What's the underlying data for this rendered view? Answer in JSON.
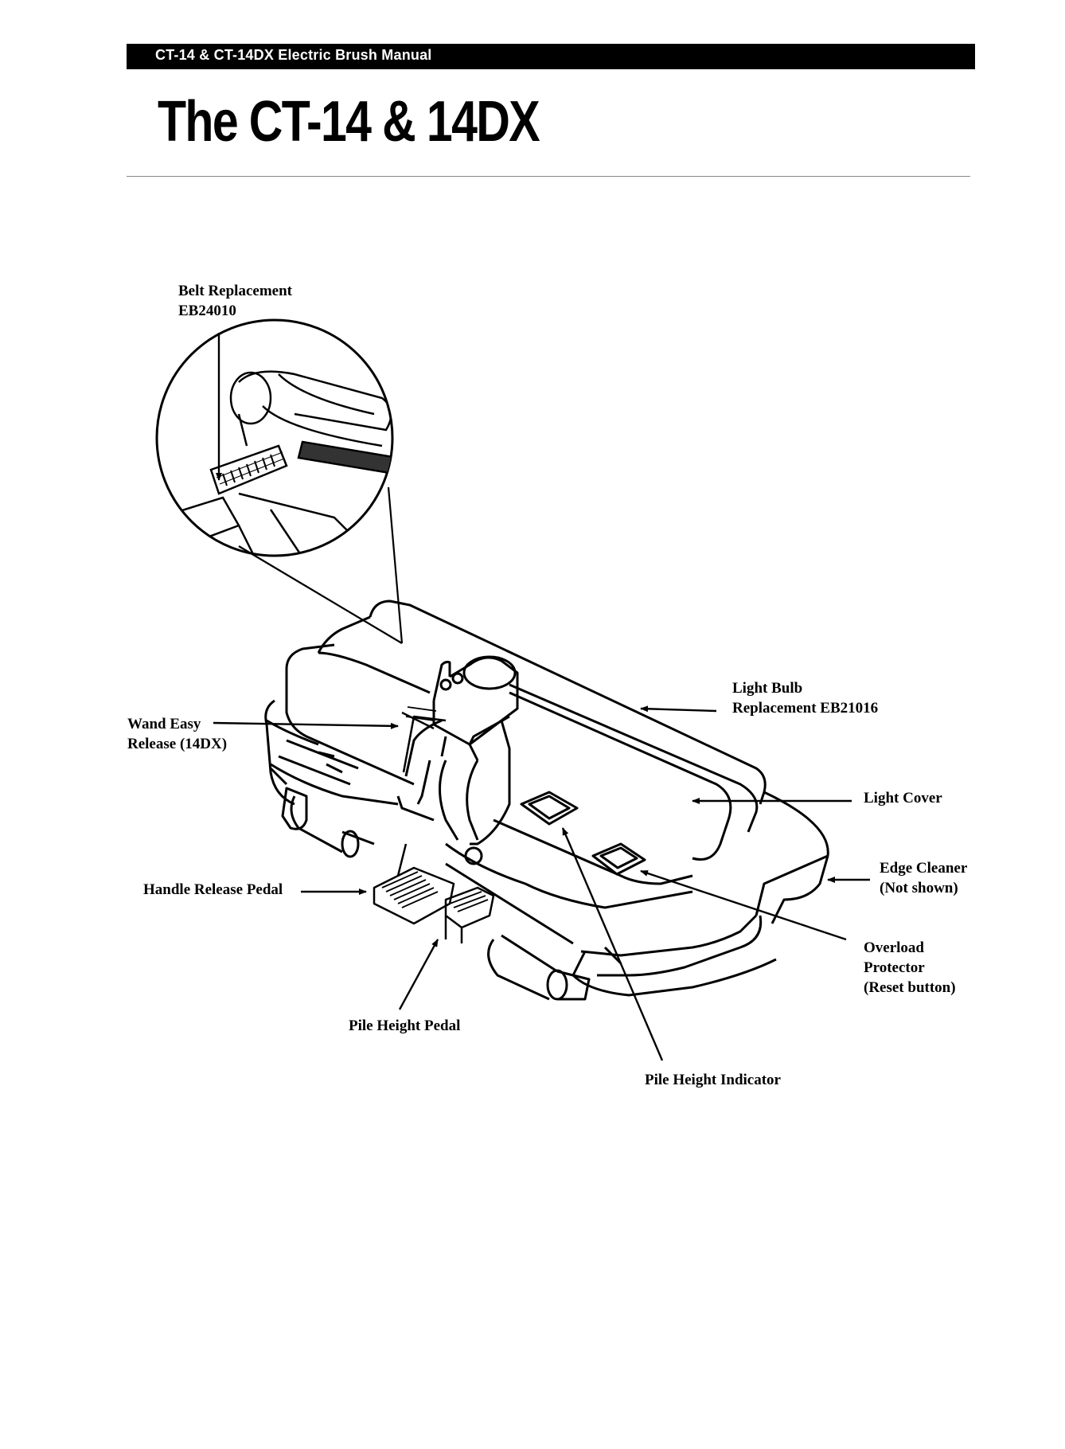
{
  "header": {
    "text": "CT-14 & CT-14DX Electric Brush Manual"
  },
  "title": "The CT-14 & 14DX",
  "labels": {
    "belt_replacement": {
      "line1": "Belt Replacement",
      "line2": "EB24010"
    },
    "light_bulb": {
      "line1": "Light Bulb",
      "line2": "Replacement EB21016"
    },
    "wand_easy_release": {
      "line1": "Wand Easy",
      "line2": "Release (14DX)"
    },
    "light_cover": "Light Cover",
    "edge_cleaner": {
      "line1": "Edge Cleaner",
      "line2": "(Not shown)"
    },
    "handle_release_pedal": "Handle Release Pedal",
    "overload_protector": {
      "line1": "Overload",
      "line2": "Protector",
      "line3": "(Reset button)"
    },
    "pile_height_pedal": "Pile Height Pedal",
    "pile_height_indicator": "Pile Height Indicator"
  }
}
